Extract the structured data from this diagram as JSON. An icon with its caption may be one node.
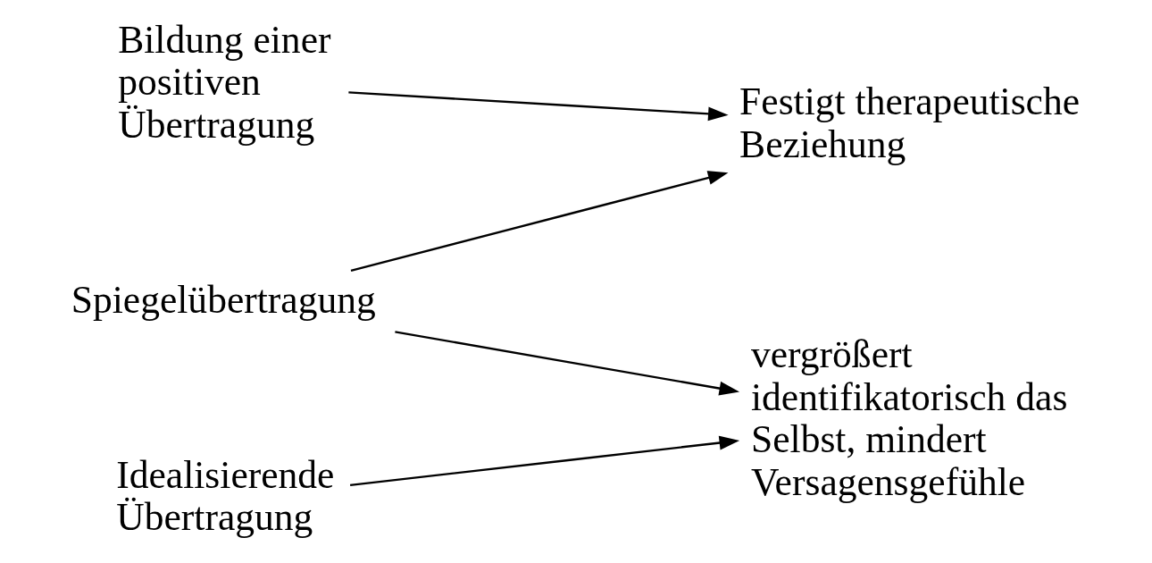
{
  "diagram": {
    "nodes": [
      {
        "text": [
          "Bildung einer positiven Übertragung"
        ]
      },
      {
        "text": [
          "Festigt therapeutische Beziehung"
        ]
      },
      {
        "text": [
          "Idealisierende Übertragung"
        ]
      },
      {
        "text": [
          "vergrößert identifikatorisch das Selbst, mindert Versagensgefühle"
        ]
      },
      {
        "text": [
          "Spiegelübertragung"
        ]
      }
    ],
    "edges": [
      {
        "from": 0,
        "to": 1,
        "arrow": "to"
      },
      {
        "from": 2,
        "to": 3,
        "arrow": "to"
      },
      {
        "from": 4,
        "to": 1,
        "arrow": "to"
      },
      {
        "from": 4,
        "to": 3,
        "arrow": "to"
      }
    ]
  }
}
